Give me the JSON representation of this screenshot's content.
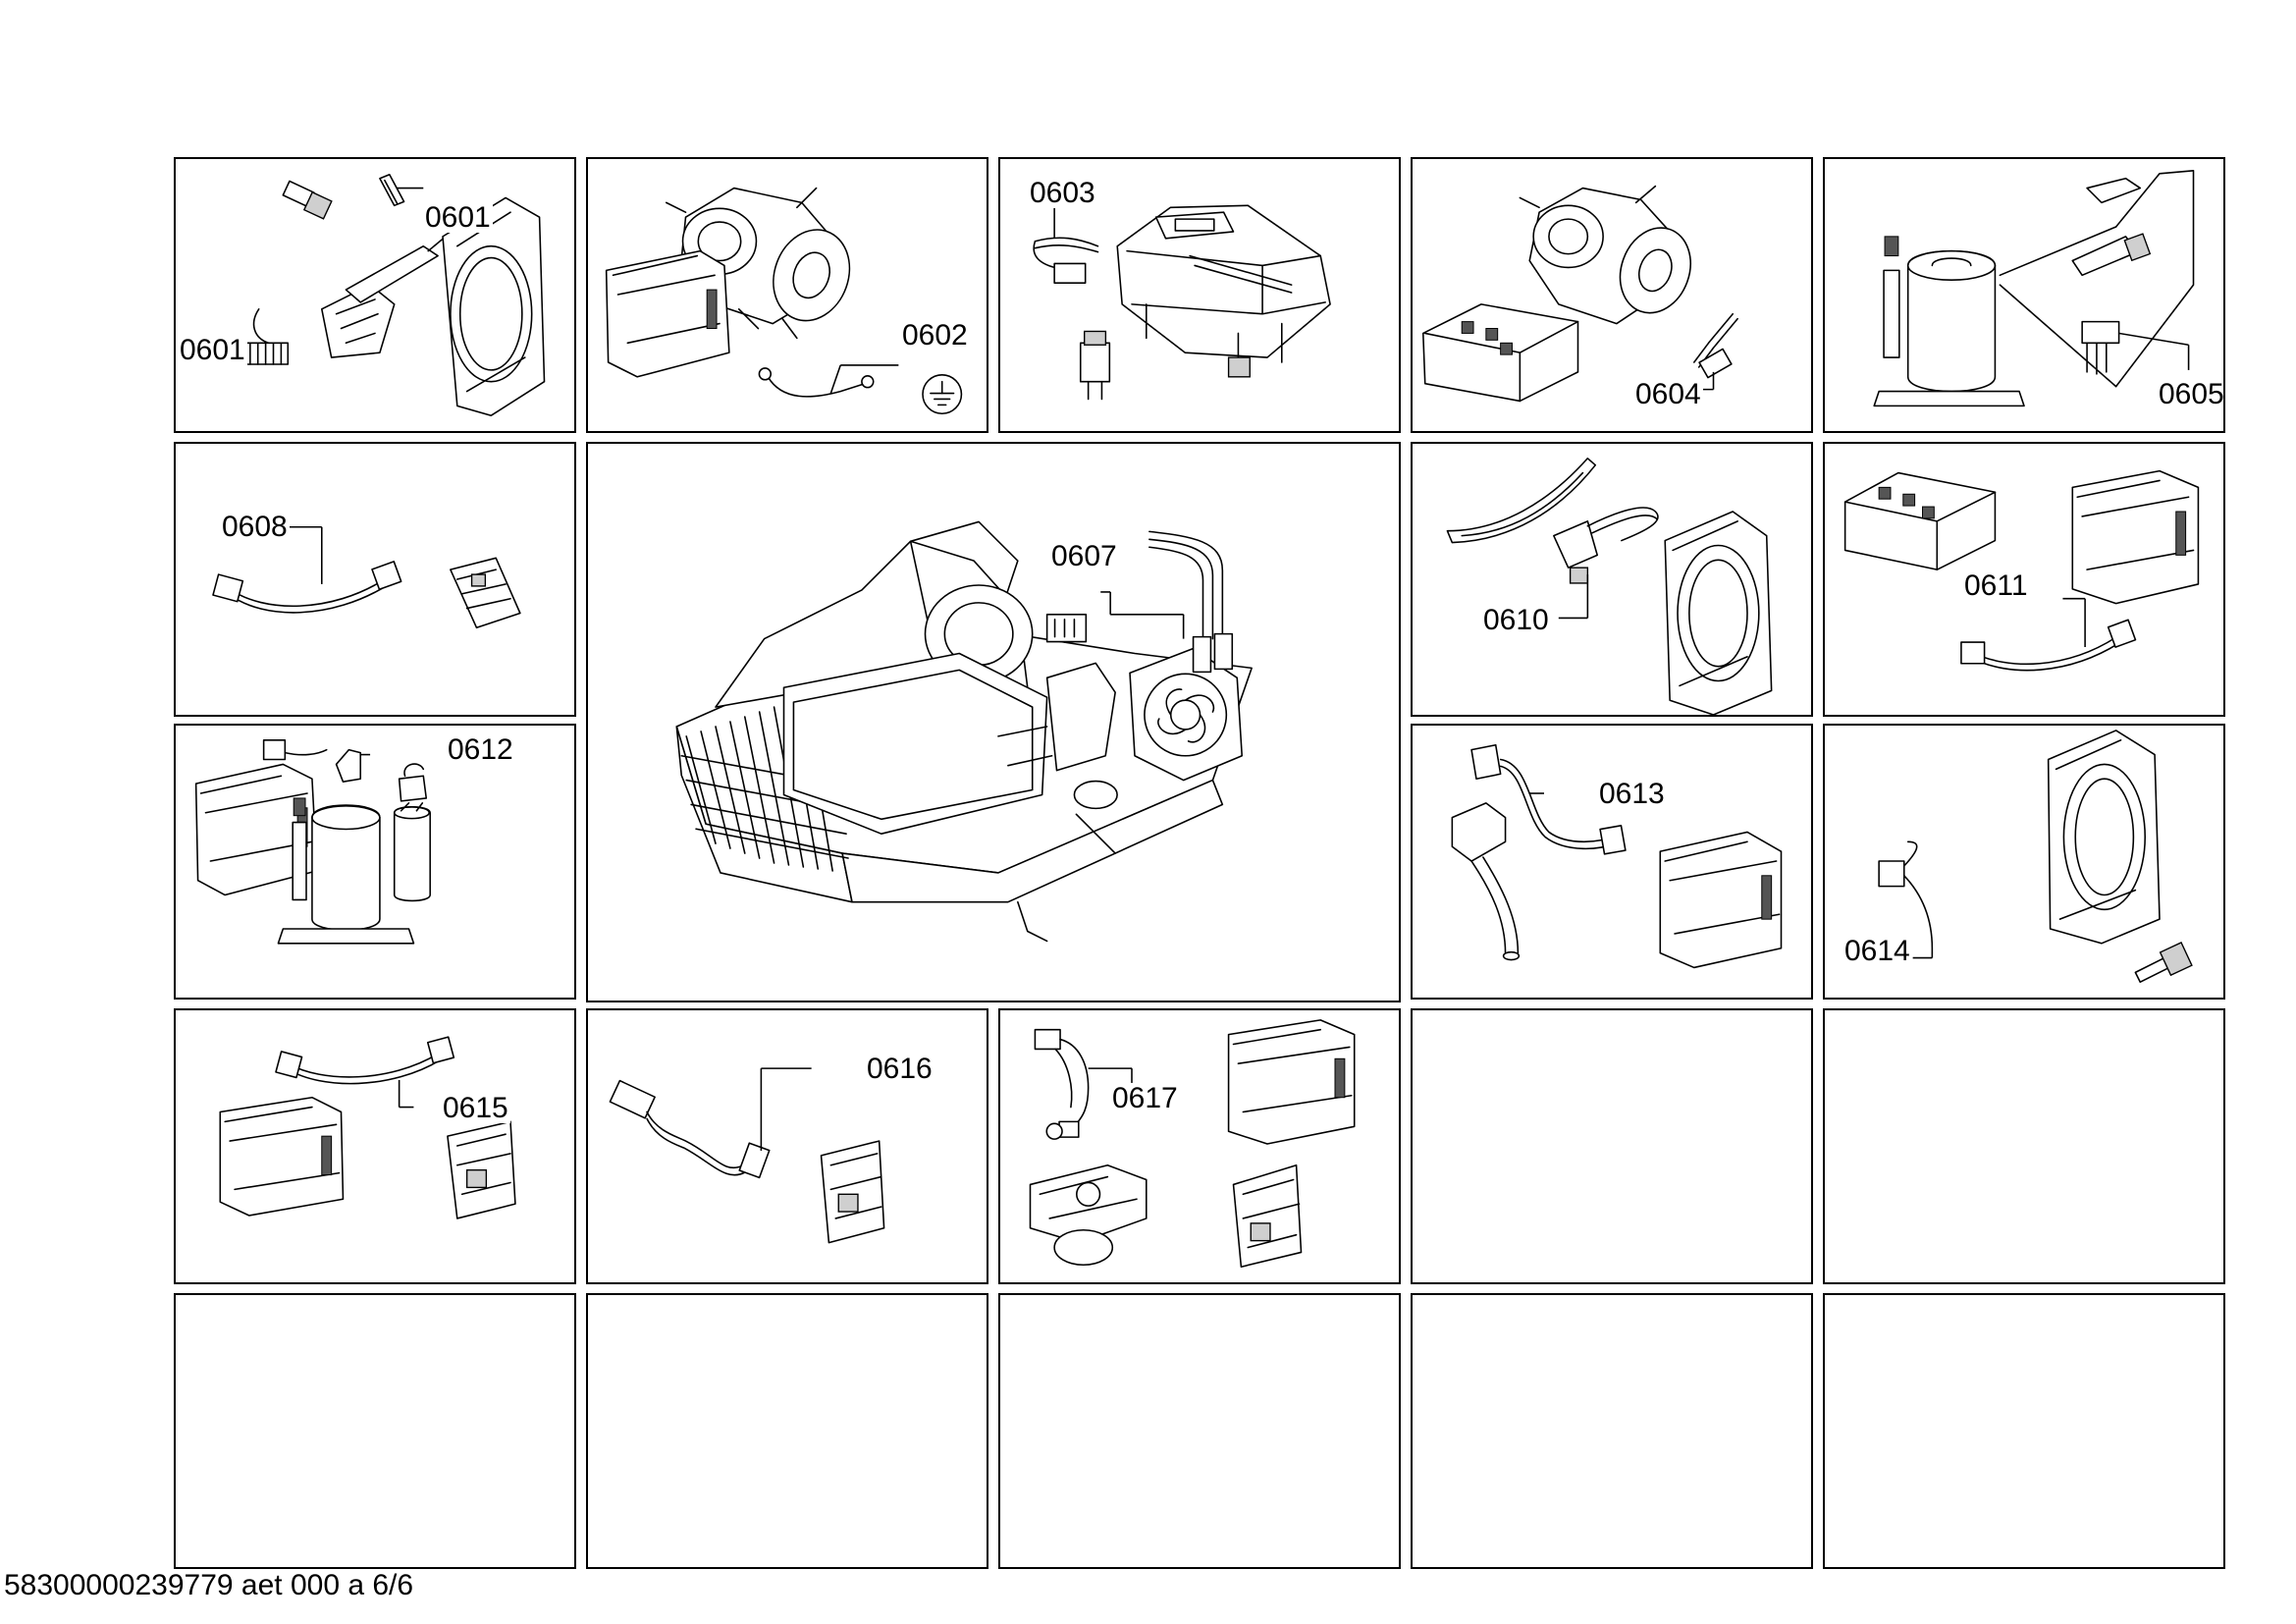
{
  "labels": {
    "p0601": "0601",
    "p0602": "0602",
    "p0603": "0603",
    "p0604": "0604",
    "p0605": "0605",
    "p0607": "0607",
    "p0608": "0608",
    "p0610": "0610",
    "p0611": "0611",
    "p0612": "0612",
    "p0613": "0613",
    "p0614": "0614",
    "p0615": "0615",
    "p0616": "0616",
    "p0617": "0617"
  },
  "icons": {
    "ground": "ground-symbol-icon"
  },
  "footer": "58300000239779 aet 000 a 6/6"
}
